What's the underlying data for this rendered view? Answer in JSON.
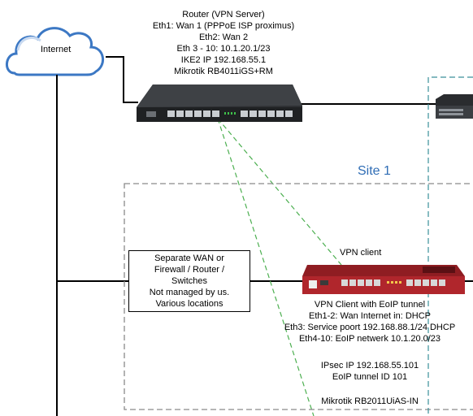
{
  "cloud": {
    "label": "Internet"
  },
  "router_server": {
    "lines": [
      "Router (VPN Server)",
      "Eth1: Wan 1 (PPPoE ISP proximus)",
      "Eth2: Wan 2",
      "Eth 3 - 10: 10.1.20.1/23",
      "IKE2 IP 192.168.55.1",
      "Mikrotik RB4011iGS+RM"
    ]
  },
  "site": {
    "title": "Site 1"
  },
  "wan_box": {
    "lines": [
      "Separate WAN or",
      "Firewall / Router /",
      "Switches",
      "Not managed by us.",
      "Various locations"
    ]
  },
  "vpn_client_label": "VPN client",
  "client_router": {
    "lines": [
      "VPN Client with EoIP tunnel",
      "Eth1-2: Wan Internet in: DHCP",
      "Eth3: Service poort 192.168.88.1/24 DHCP",
      "Eth4-10: EoIP netwerk 10.1.20.0/23"
    ],
    "ipsec_lines": [
      "IPsec IP 192.168.55.101",
      "EoIP tunnel ID 101"
    ],
    "model": "Mikrotik RB2011UiAS-IN"
  },
  "colors": {
    "site_title": "#2f6db5",
    "vpn_link": "#4caf50",
    "site_border": "#8a8a8a",
    "teal_border": "#3a8f9a",
    "client_red": "#b0262c",
    "server_dark": "#2d2f32"
  }
}
